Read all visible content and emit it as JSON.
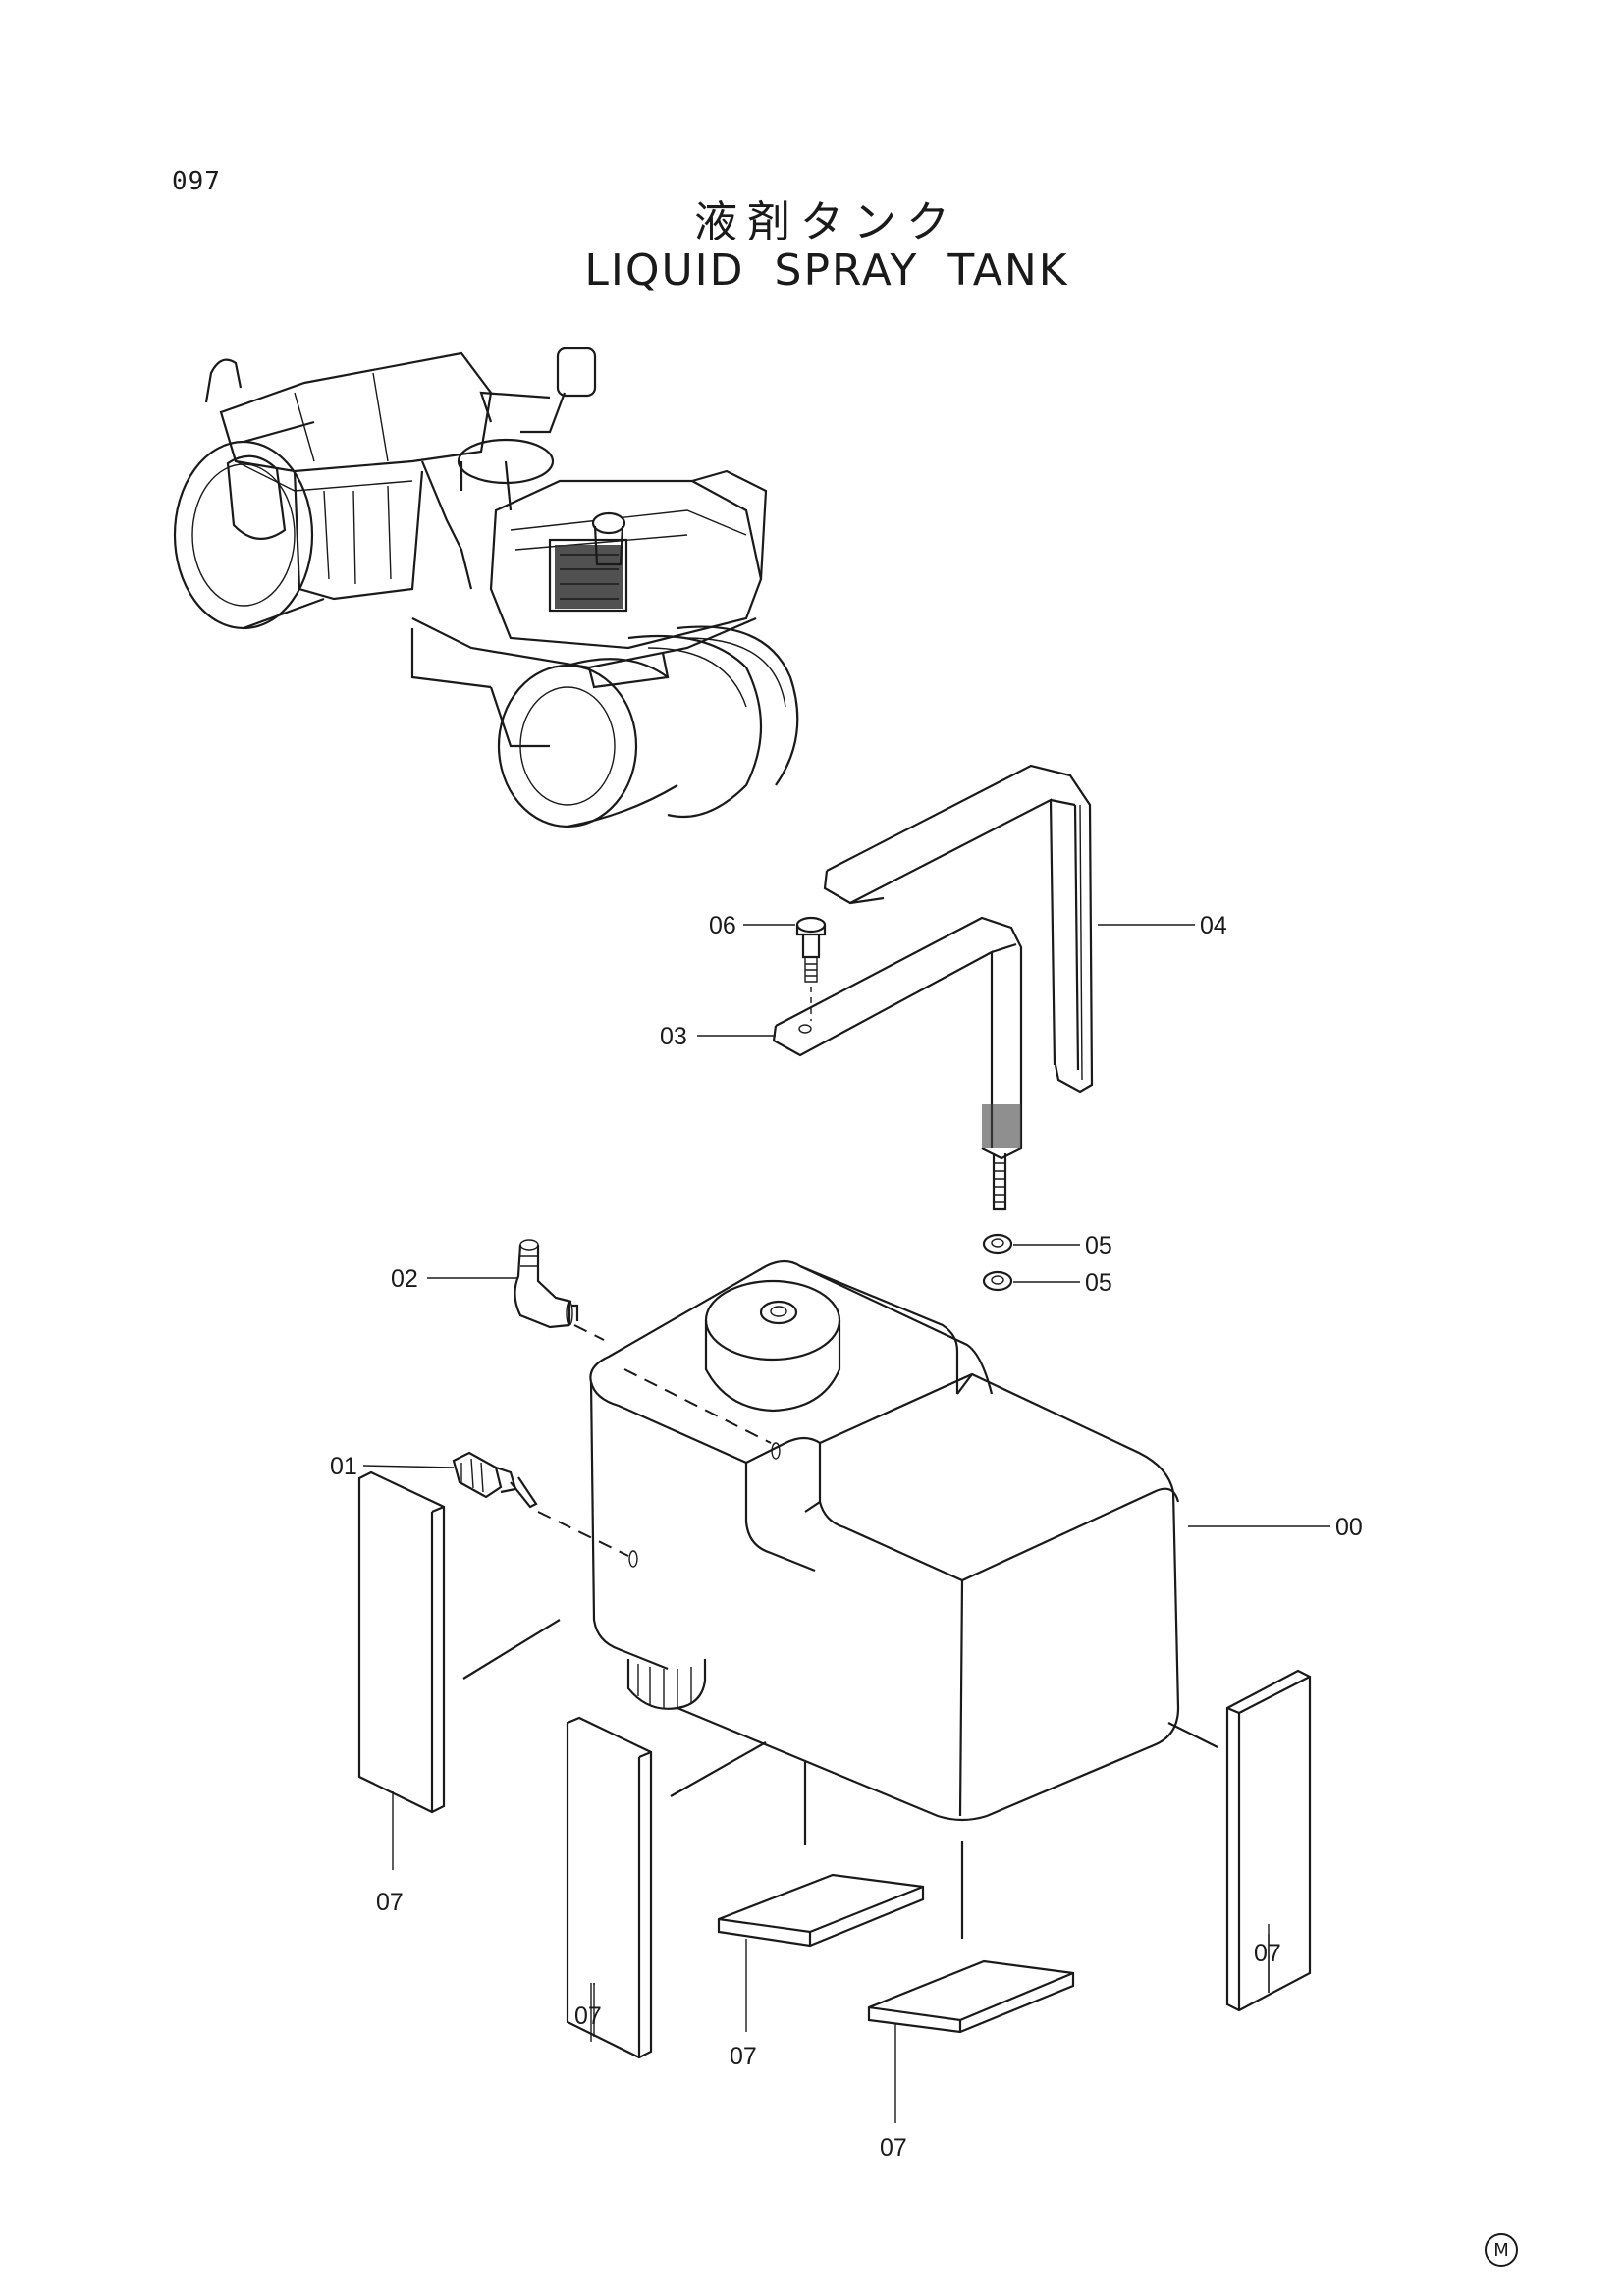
{
  "page": {
    "number": "097",
    "title_jp": "液剤タンク",
    "title_en": "LIQUID SPRAY TANK",
    "corner_mark": "M"
  },
  "callouts": {
    "c00": "00",
    "c01": "01",
    "c02": "02",
    "c03": "03",
    "c04": "04",
    "c05a": "05",
    "c05b": "05",
    "c06": "06",
    "c07a": "07",
    "c07b": "07",
    "c07c": "07",
    "c07d": "07",
    "c07e": "07"
  }
}
